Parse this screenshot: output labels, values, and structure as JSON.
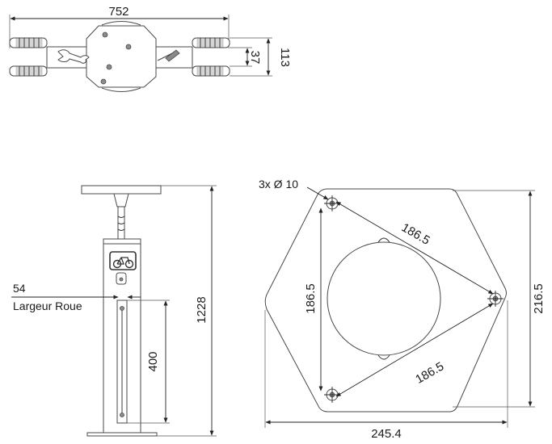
{
  "top_view": {
    "width_dim": "752",
    "height_dim": "113",
    "inner_dim": "37"
  },
  "side_view": {
    "width_label": "54",
    "width_caption": "Largeur Roue",
    "height_dim": "1228",
    "slot_dim": "400"
  },
  "plate_view": {
    "holes_label": "3x Ø 10",
    "pitch_dim_top": "186.5",
    "pitch_dim_left": "186.5",
    "pitch_dim_bottom": "186.5",
    "height_dim": "216.5",
    "width_dim": "245.4"
  }
}
